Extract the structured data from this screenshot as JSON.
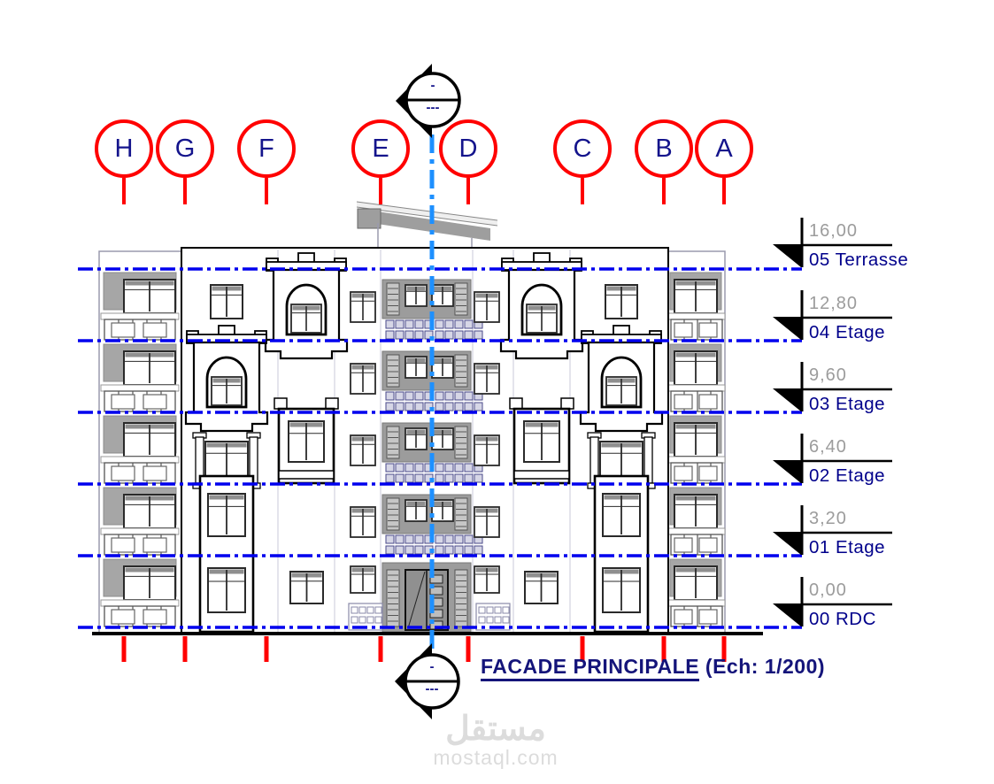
{
  "drawing": {
    "title": {
      "main": "FACADE PRINCIPALE",
      "scale": " (Ech: 1/200)"
    },
    "grid": {
      "columns": [
        {
          "label": "H"
        },
        {
          "label": "G"
        },
        {
          "label": "F"
        },
        {
          "label": "E"
        },
        {
          "label": "D"
        },
        {
          "label": "C"
        },
        {
          "label": "B"
        },
        {
          "label": "A"
        }
      ]
    },
    "levels": [
      {
        "elevation": "16,00",
        "name": "05 Terrasse"
      },
      {
        "elevation": "12,80",
        "name": "04 Etage"
      },
      {
        "elevation": "9,60",
        "name": "03 Etage"
      },
      {
        "elevation": "6,40",
        "name": "02 Etage"
      },
      {
        "elevation": "3,20",
        "name": "01 Etage"
      },
      {
        "elevation": "0,00",
        "name": "00 RDC"
      }
    ],
    "section_marker": {
      "top_text": "-",
      "bottom_text": "---"
    },
    "watermark": {
      "arabic": "مستقل",
      "latin": "mostaql.com"
    },
    "colors": {
      "accent_red": "#ff0000",
      "navy": "#14147a",
      "level_blue": "#0000ee",
      "axis_blue": "#1e90ff",
      "panel_gray": "#9e9e9e",
      "watermark_gray": "#dcdcdc"
    }
  }
}
